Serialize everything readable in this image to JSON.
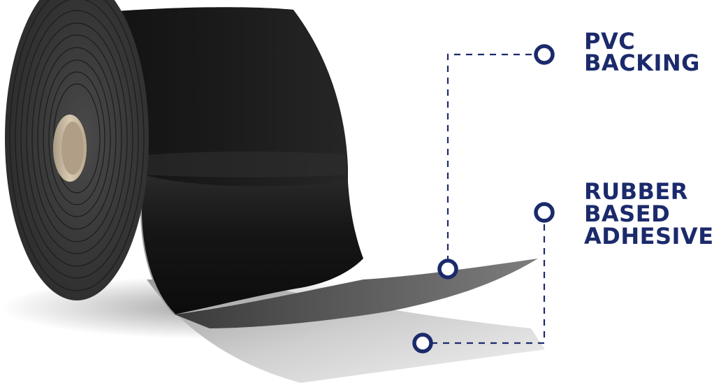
{
  "labels": {
    "pvc_backing": [
      "PVC",
      "BACKING"
    ],
    "rubber_adhesive": [
      "RUBBER",
      "BASED",
      "ADHESIVE"
    ]
  },
  "colors": {
    "accent": "#1b2a6b",
    "tape": "#1e1e1e",
    "core": "#c9b89e",
    "adhesive_sheet": "#d5d5d5"
  },
  "icons": [
    "callout-marker-circle",
    "callout-marker-circle",
    "callout-marker-circle",
    "callout-marker-circle"
  ]
}
